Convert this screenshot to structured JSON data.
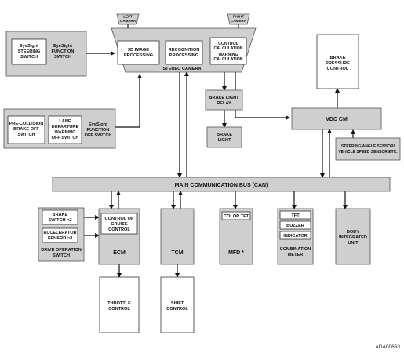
{
  "cameras": {
    "left": [
      "LEFT",
      "CAMERA"
    ],
    "right": [
      "RIGHT",
      "CAMERA"
    ]
  },
  "stereo_camera": {
    "label": "STEREO CAMERA",
    "image_processing": [
      "3D IMAGE",
      "PROCESSING"
    ],
    "recognition": [
      "RECOGNITION",
      "PROCESSING"
    ],
    "control_calc": [
      "CONTROL",
      "CALCULATION",
      "WARNING",
      "CALCULATION"
    ]
  },
  "eyesight_group": {
    "steering_switch": [
      "EyeSight",
      "STEERING",
      "SWITCH"
    ],
    "function_switch": [
      "EyeSight",
      "FUNCTION",
      "SWITCH"
    ]
  },
  "off_switch_group": {
    "pre_collision": [
      "PRE-COLLISION",
      "BRAKE OFF",
      "SWITCH"
    ],
    "lane_departure": [
      "LANE",
      "DEPARTURE",
      "WARNING",
      "OFF SWITCH"
    ],
    "function_off": [
      "EyeSight",
      "FUNCTION",
      "OFF SWITCH"
    ]
  },
  "brake_light_relay": [
    "BRAKE LIGHT",
    "RELAY"
  ],
  "brake_light": [
    "BRAKE",
    "LIGHT"
  ],
  "brake_pressure_control": [
    "BRAKE",
    "PRESSURE",
    "CONTROL"
  ],
  "vdc_cm": "VDC CM",
  "steering_sensor": [
    "STEERING ANGLE SENSOR/",
    "VEHICLE SPEED SENSOR ETC."
  ],
  "main_bus": "MAIN COMMUNICATION BUS (CAN)",
  "drive_operation": {
    "brake_switch": [
      "BRAKE",
      "SWITCH ×2"
    ],
    "accelerator_sensor": [
      "ACCELERATOR",
      "SENSOR ×2"
    ],
    "label": [
      "DRIVE OPERATION",
      "SWITCH"
    ]
  },
  "ecm": {
    "cruise_control": [
      "CONTROL OF",
      "CRUISE",
      "CONTROL"
    ],
    "label": "ECM"
  },
  "tcm": "TCM",
  "mfd": {
    "color_tft": "COLOR TFT",
    "label": "MFD *"
  },
  "combination_meter": {
    "tft": "TFT",
    "buzzer": "BUZZER",
    "indicator": "INDICATOR",
    "label": [
      "COMBINATION",
      "METER"
    ]
  },
  "body_integrated_unit": [
    "BODY",
    "INTEGRATED",
    "UNIT"
  ],
  "throttle_control": [
    "THROTTLE",
    "CONTROL"
  ],
  "shift_control": [
    "SHIFT",
    "CONTROL"
  ],
  "figure_code": "ADA00663"
}
